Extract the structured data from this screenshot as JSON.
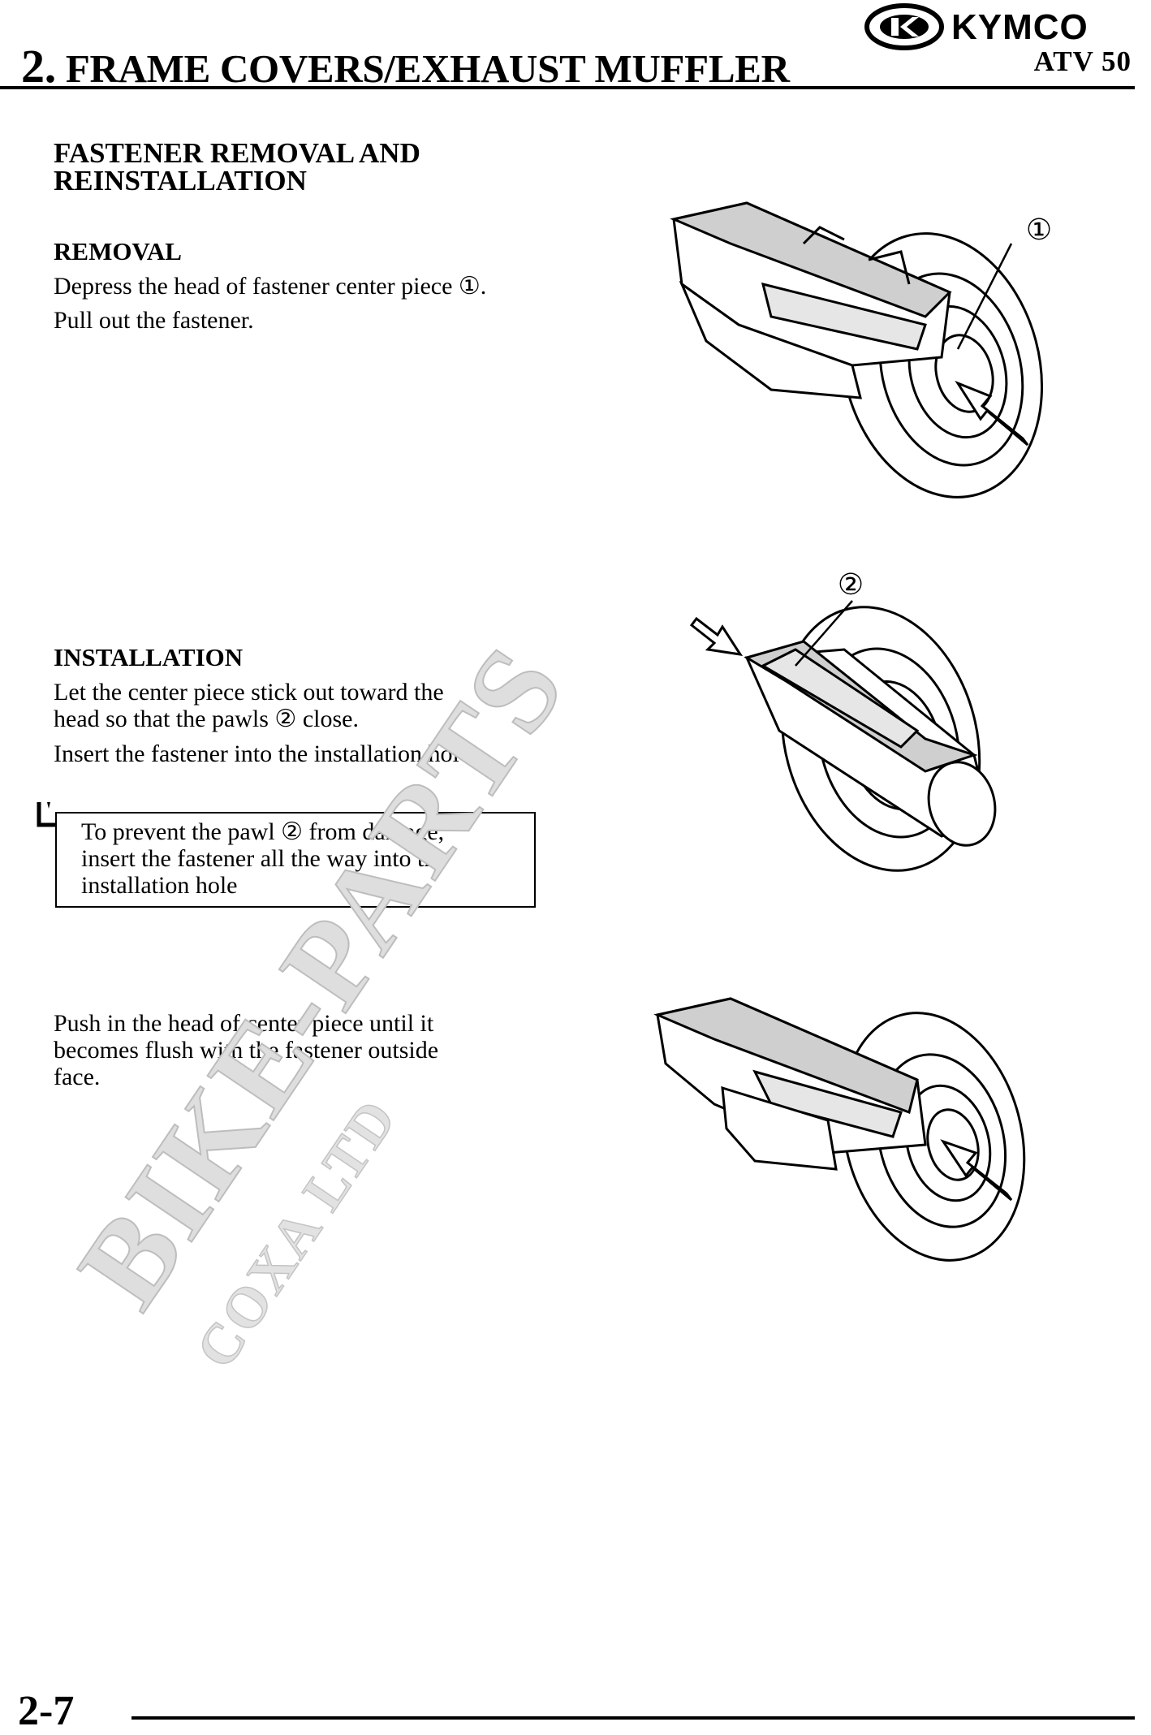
{
  "header": {
    "chapter_number": "2.",
    "chapter_title": "FRAME COVERS/EXHAUST MUFFLER",
    "logo_text": "KYMCO",
    "model": "ATV 50"
  },
  "section": {
    "title_line1": "FASTENER REMOVAL AND",
    "title_line2": "REINSTALLATION"
  },
  "removal": {
    "heading": "REMOVAL",
    "step1": "Depress the head of fastener center piece ①.",
    "step2": "Pull out the fastener."
  },
  "installation": {
    "heading": "INSTALLATION",
    "step1_line1": "Let the center piece stick out toward the",
    "step1_line2": "head so that the pawls ② close.",
    "step2": "Insert the fastener into the installation hole."
  },
  "note": {
    "line1": "To prevent the pawl ② from damage,",
    "line2": "insert the fastener all the way into the",
    "line3": "installation hole"
  },
  "final_step": {
    "line1": "Push in the head of center piece until it",
    "line2": "becomes flush with the fastener outside",
    "line3": "face."
  },
  "callouts": {
    "one": "①",
    "two": "②"
  },
  "watermark": {
    "main": "BIKE-PARTS",
    "sub": "COXA LTD"
  },
  "footer": {
    "page_number": "2-7"
  }
}
